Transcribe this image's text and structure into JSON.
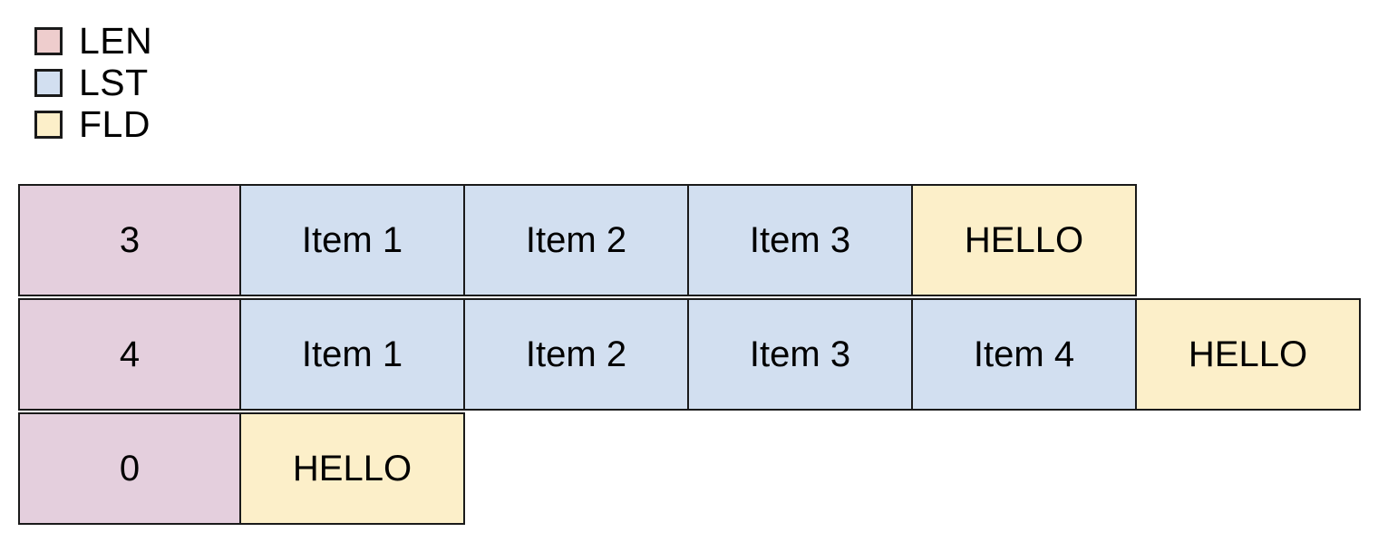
{
  "colors": {
    "len_legend_fill": "#eecdcd",
    "lst_legend_fill": "#d2dff0",
    "fld_legend_fill": "#fcefc9",
    "len_cell_fill": "#e4cfdd",
    "lst_cell_fill": "#d2dff0",
    "fld_cell_fill": "#fcefc9",
    "border": "#1a1a1a",
    "text": "#000000",
    "background": "#ffffff"
  },
  "legend": {
    "items": [
      {
        "label": "LEN",
        "swatch": "len-swatch",
        "color": "#eecdcd"
      },
      {
        "label": "LST",
        "swatch": "lst-swatch",
        "color": "#d2dff0"
      },
      {
        "label": "FLD",
        "swatch": "fld-swatch",
        "color": "#fcefc9"
      }
    ]
  },
  "diagram": {
    "rows": [
      {
        "cells": [
          {
            "text": "3",
            "type": "LEN"
          },
          {
            "text": "Item 1",
            "type": "LST"
          },
          {
            "text": "Item 2",
            "type": "LST"
          },
          {
            "text": "Item 3",
            "type": "LST"
          },
          {
            "text": "HELLO",
            "type": "FLD"
          }
        ]
      },
      {
        "cells": [
          {
            "text": "4",
            "type": "LEN"
          },
          {
            "text": "Item 1",
            "type": "LST"
          },
          {
            "text": "Item 2",
            "type": "LST"
          },
          {
            "text": "Item 3",
            "type": "LST"
          },
          {
            "text": "Item 4",
            "type": "LST"
          },
          {
            "text": "HELLO",
            "type": "FLD"
          }
        ]
      },
      {
        "cells": [
          {
            "text": "0",
            "type": "LEN"
          },
          {
            "text": "HELLO",
            "type": "FLD"
          }
        ]
      }
    ]
  }
}
